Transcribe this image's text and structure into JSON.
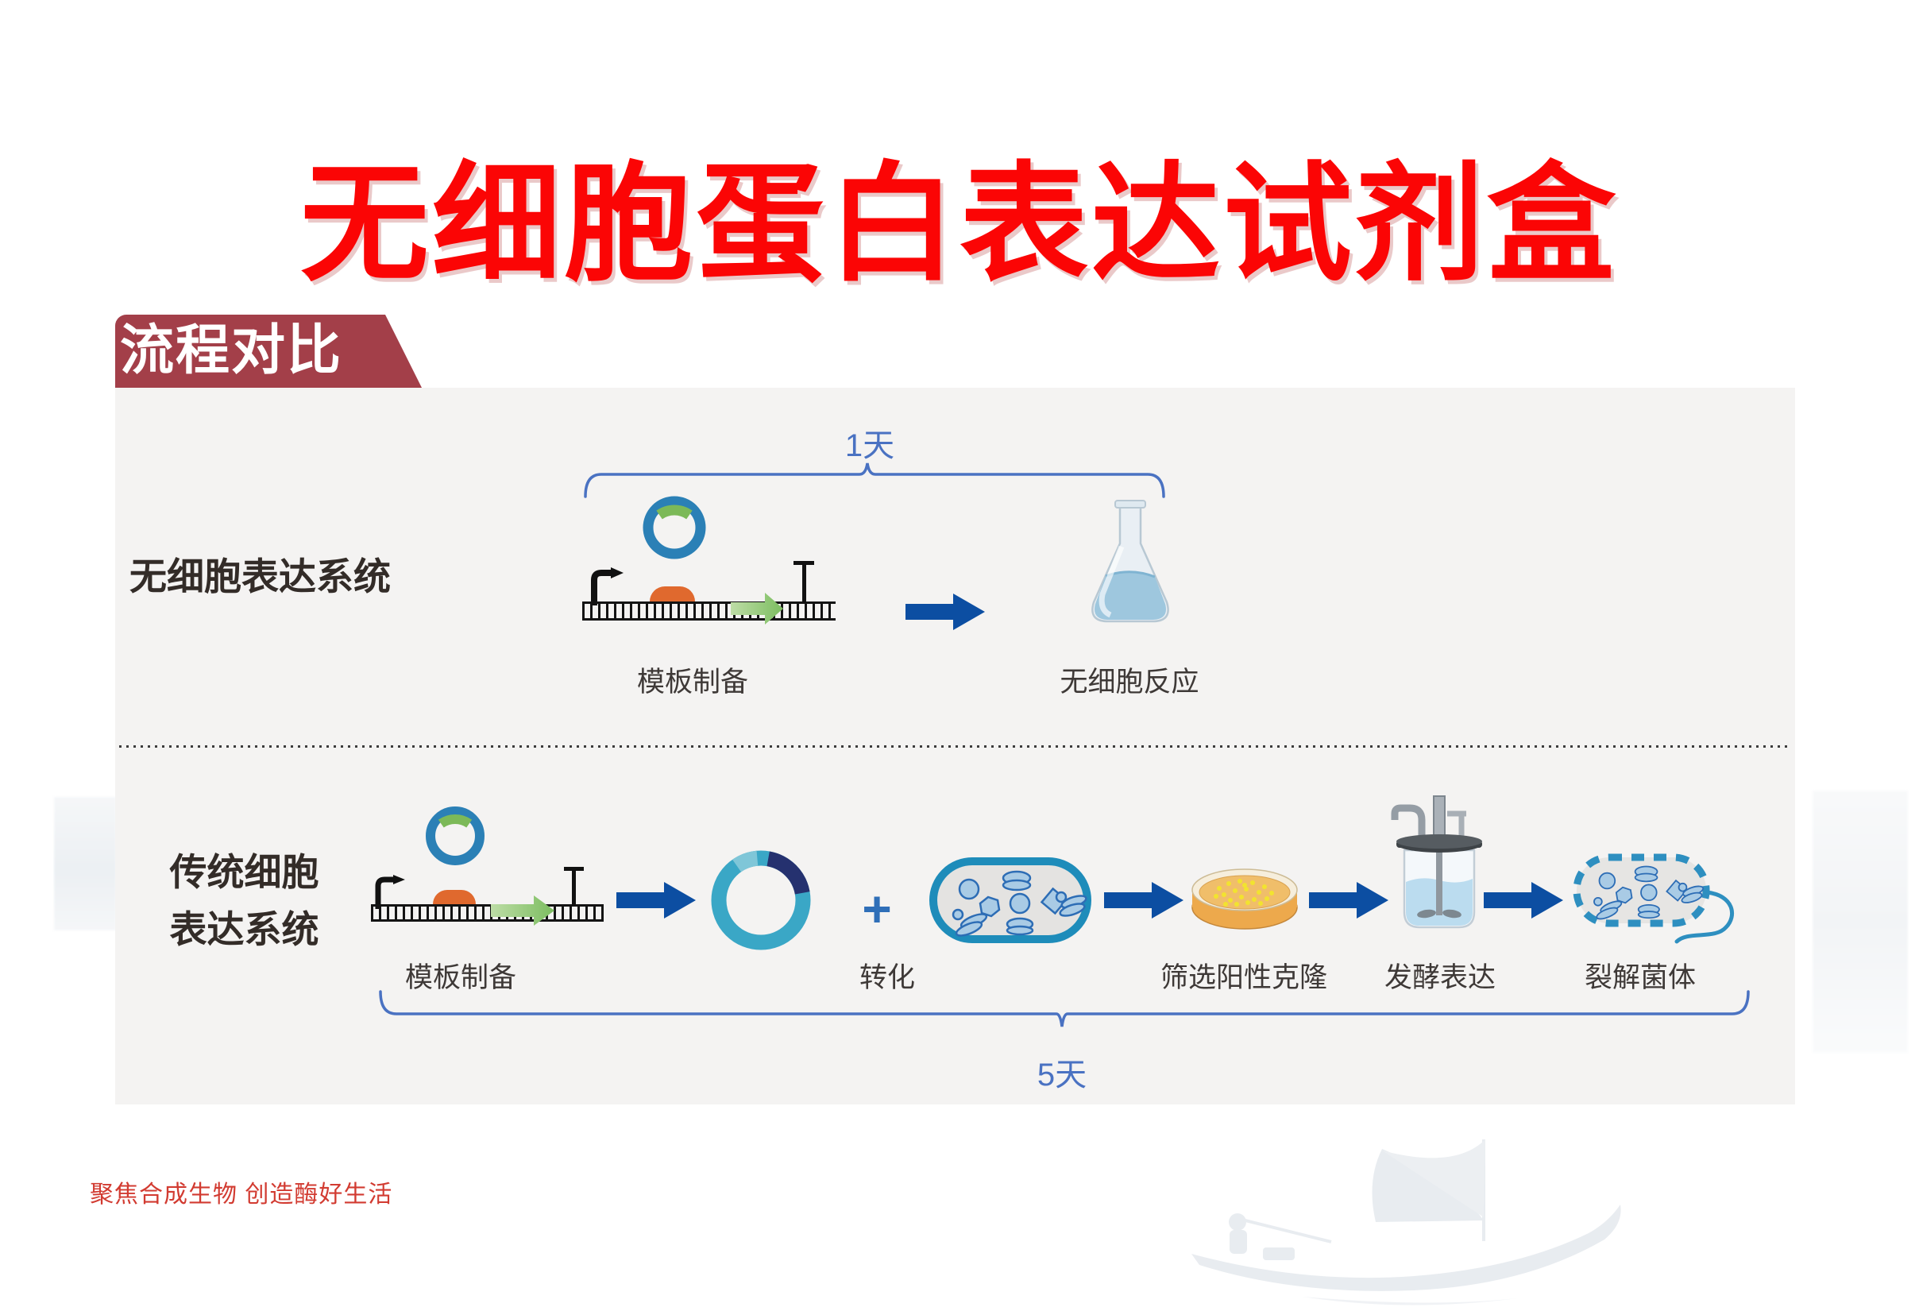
{
  "title": "无细胞蛋白表达试剂盒",
  "badge": "流程对比",
  "cell_free": {
    "system_label": "无细胞表达系统",
    "duration": "1天",
    "steps": [
      {
        "label": "模板制备"
      },
      {
        "label": "无细胞反应"
      }
    ]
  },
  "traditional": {
    "system_label_lines": [
      "传统细胞",
      "表达系统"
    ],
    "duration": "5天",
    "plus": "+",
    "steps": [
      {
        "label": "模板制备"
      },
      {
        "label": "转化"
      },
      {
        "label": "筛选阳性克隆"
      },
      {
        "label": "发酵表达"
      },
      {
        "label": "裂解菌体"
      }
    ]
  },
  "footer": {
    "slogan": "聚焦合成生物  创造酶好生活"
  },
  "icons": {
    "plasmid-icon": "circular plasmid ring, blue with green insert",
    "promoter-arrow-icon": "bent black transcription-start arrow",
    "gene-arrow-icon": "green gene arrow on DNA template",
    "terminator-icon": "black T terminator",
    "flask-icon": "erlenmeyer flask with blue liquid",
    "donut-plasmid-icon": "teal plasmid ring with navy insert",
    "bacteria-cell-icon": "capsule-shaped cell with cytoplasm contents",
    "petri-dish-icon": "agar plate with yellow colonies",
    "fermenter-icon": "stirred-tank bioreactor",
    "lysed-cell-icon": "dashed broken cell releasing contents",
    "flow-arrow-icon": "solid dark-blue right arrow",
    "brace-icon": "blue curly duration brace"
  },
  "colors": {
    "title_red": "#fb0505",
    "badge_maroon": "#a33f49",
    "panel_gray": "#f4f3f2",
    "brace_blue": "#4a72c2",
    "flow_arrow_blue": "#0c4ea2",
    "plasmid_blue": "#2b80b6",
    "insert_green": "#7cb958",
    "donut_teal": "#3aa7c6",
    "donut_navy": "#25316f",
    "orange_protein": "#e0692e",
    "slogan_red": "#d23b31"
  }
}
